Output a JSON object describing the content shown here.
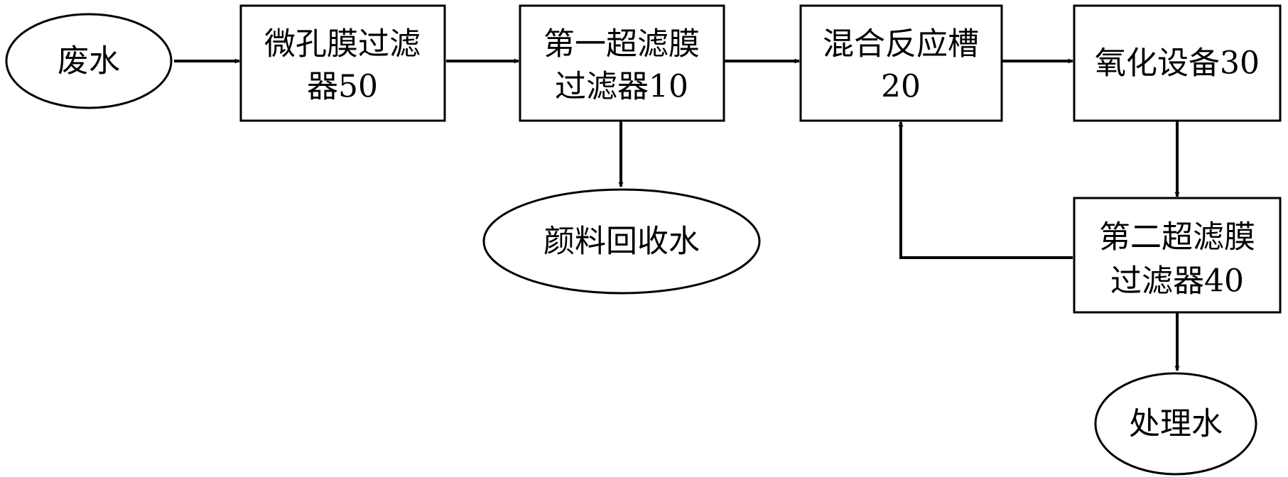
{
  "diagram": {
    "nodes": {
      "wastewater": {
        "lines": [
          "废水"
        ]
      },
      "microfilter": {
        "lines": [
          "微孔膜过滤",
          "器50"
        ]
      },
      "uf1": {
        "lines": [
          "第一超滤膜",
          "过滤器10"
        ]
      },
      "mix_tank": {
        "lines": [
          "混合反应槽",
          "20"
        ]
      },
      "oxidizer": {
        "lines": [
          "氧化设备30"
        ]
      },
      "pigment_water": {
        "lines": [
          "颜料回收水"
        ]
      },
      "uf2": {
        "lines": [
          "第二超滤膜",
          "过滤器40"
        ]
      },
      "treated_water": {
        "lines": [
          "处理水"
        ]
      }
    },
    "colors": {
      "stroke": "#000000",
      "fill": "#ffffff",
      "text": "#000000"
    }
  }
}
